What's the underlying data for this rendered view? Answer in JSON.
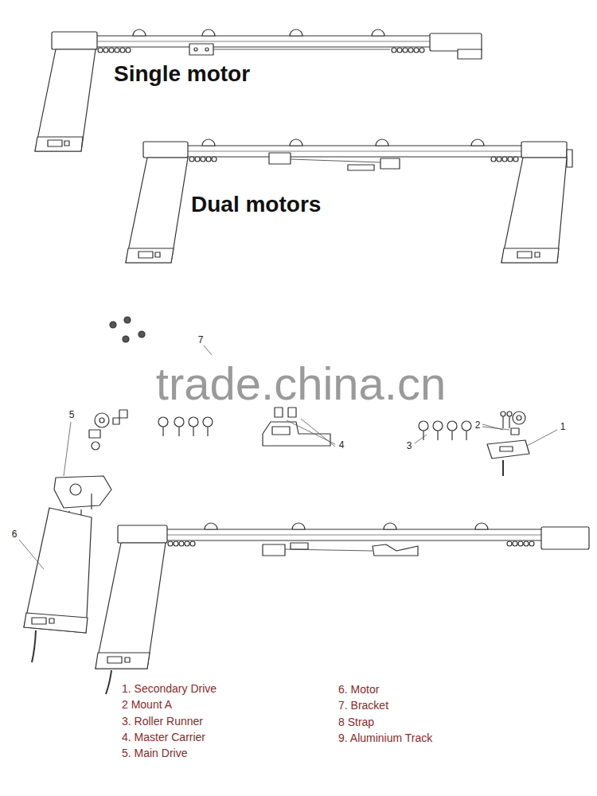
{
  "diagram": {
    "labels": [
      "Single motor",
      "Dual motors",
      "trade.china.cn",
      "7",
      "5",
      "4",
      "3",
      "2",
      "1",
      "6",
      "1. Secondary Drive",
      "2  Mount A",
      "3. Roller Runner",
      "4. Master Carrier",
      "5. Main Drive",
      "6. Motor",
      "7. Bracket",
      "8  Strap",
      "9. Aluminium Track"
    ]
  }
}
